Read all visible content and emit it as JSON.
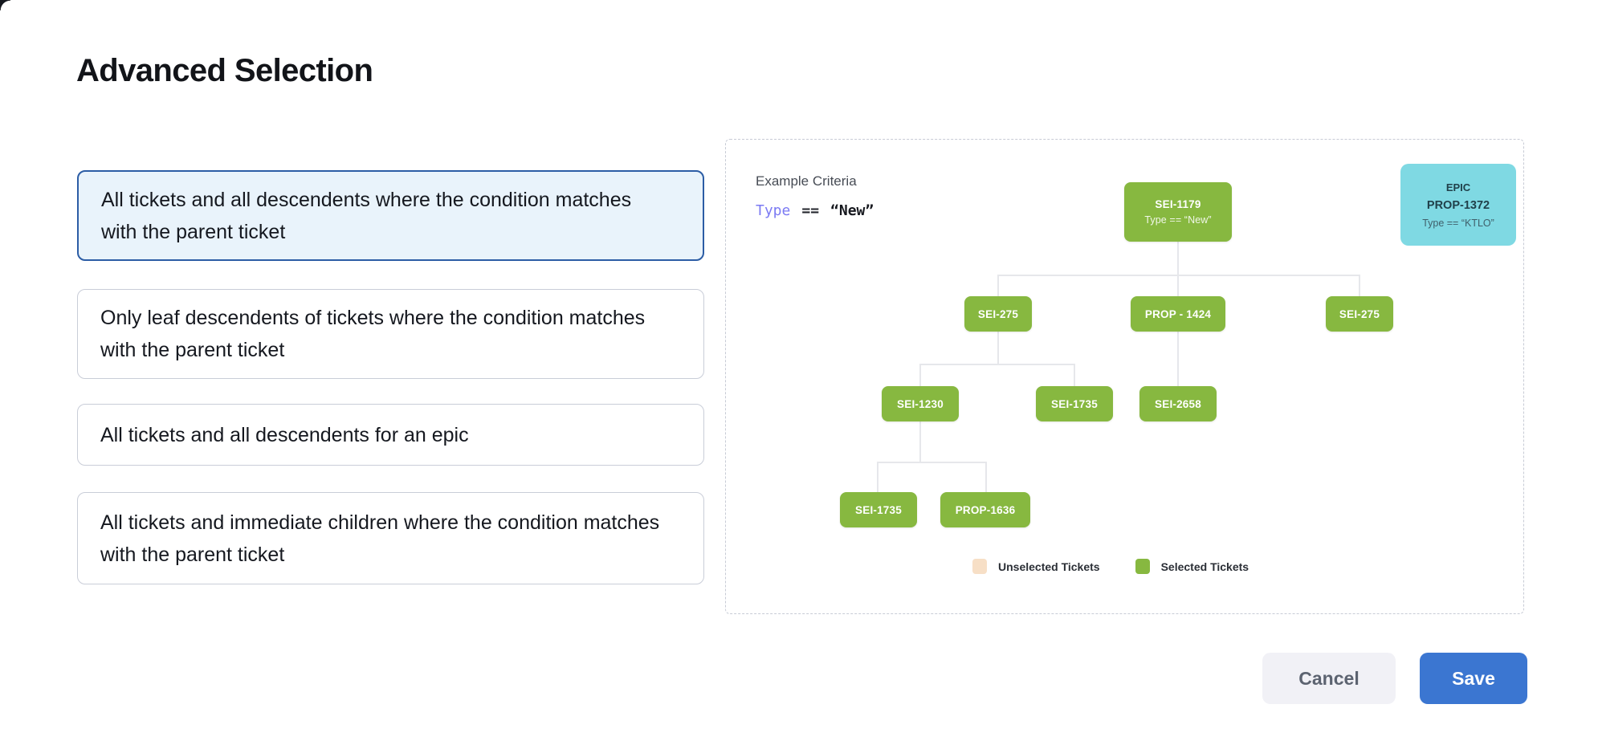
{
  "page": {
    "title": "Advanced Selection"
  },
  "options": [
    {
      "label": "All tickets and all descendents where the condition matches with the parent ticket",
      "selected": true
    },
    {
      "label": "Only leaf descendents of tickets where the condition matches with the parent ticket",
      "selected": false
    },
    {
      "label": "All tickets and all descendents for an epic",
      "selected": false
    },
    {
      "label": "All tickets and immediate children where the condition matches with the parent ticket",
      "selected": false
    }
  ],
  "diagram": {
    "criteria_label": "Example Criteria",
    "criteria": {
      "field": "Type",
      "operator": "==",
      "value": "“New”"
    },
    "epic_card": {
      "type_label": "EPIC",
      "ticket_id": "PROP-1372",
      "condition": "Type == “KTLO”"
    },
    "nodes": [
      {
        "label": "SEI-1179",
        "sublabel": "Type == “New”"
      },
      {
        "label": "SEI-275"
      },
      {
        "label": "PROP - 1424"
      },
      {
        "label": "SEI-275"
      },
      {
        "label": "SEI-1230"
      },
      {
        "label": "SEI-1735"
      },
      {
        "label": "SEI-2658"
      },
      {
        "label": "SEI-1735"
      },
      {
        "label": "PROP-1636"
      }
    ],
    "legend": [
      {
        "label": "Unselected Tickets",
        "color": "#f7dfc6"
      },
      {
        "label": "Selected Tickets",
        "color": "#87b840"
      }
    ]
  },
  "footer": {
    "cancel_label": "Cancel",
    "save_label": "Save"
  },
  "colors": {
    "selected_node_green": "#87b840",
    "unselected_node_peach": "#f7dfc6",
    "epic_cyan": "#7fd9e3",
    "save_blue": "#3b76d1",
    "selected_card_border": "#2c5da5",
    "selected_card_bg": "#e9f3fb",
    "code_field_purple": "#7b7af3"
  }
}
